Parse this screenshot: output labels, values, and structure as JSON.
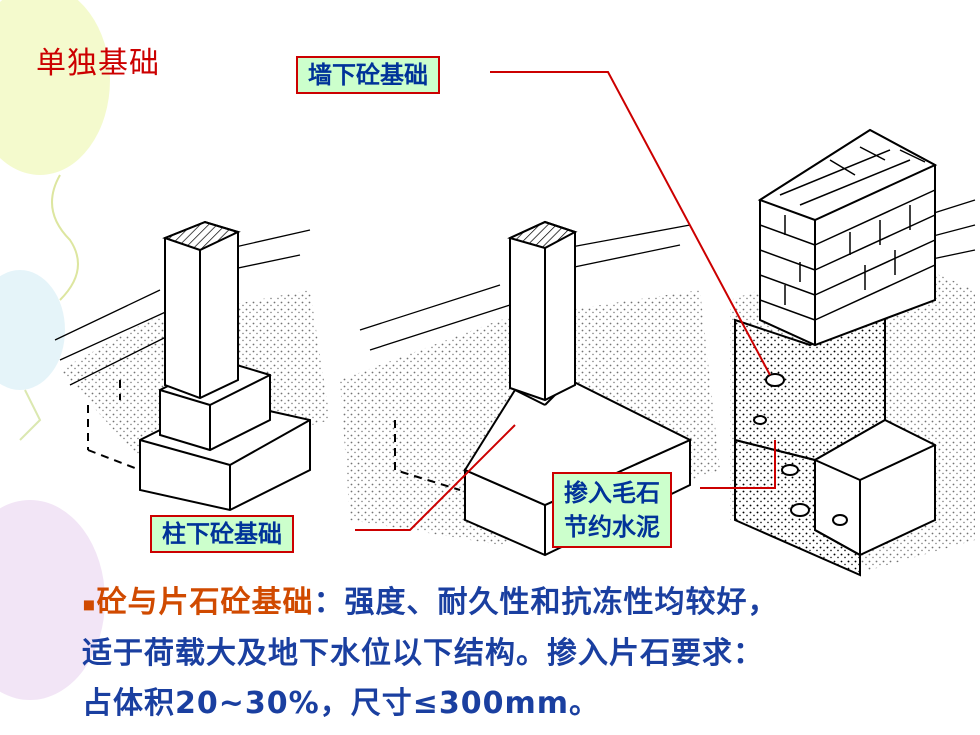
{
  "slide": {
    "title": "单独基础",
    "labels": {
      "wall_foundation": "墙下砼基础",
      "column_foundation": "柱下砼基础",
      "rubble_line1": "掺入毛石",
      "rubble_line2": "节约水泥"
    },
    "body": {
      "bullet": "▪",
      "highlight": "砼与片石砼基础",
      "line1_rest": "：强度、耐久性和抗冻性均较好，",
      "line2": "适于荷载大及地下水位以下结构。掺入片石要求：",
      "line3": "占体积20~30%，尺寸≤300mm。"
    }
  },
  "colors": {
    "title": "#cc0000",
    "label_bg": "#ccffcc",
    "label_border": "#cc0000",
    "label_text": "#003399",
    "body_text": "#1a3fa0",
    "highlight": "#d04a00"
  },
  "icons": [
    "balloon-decoration-icon",
    "column-footing-illustration",
    "wall-footing-illustration"
  ]
}
